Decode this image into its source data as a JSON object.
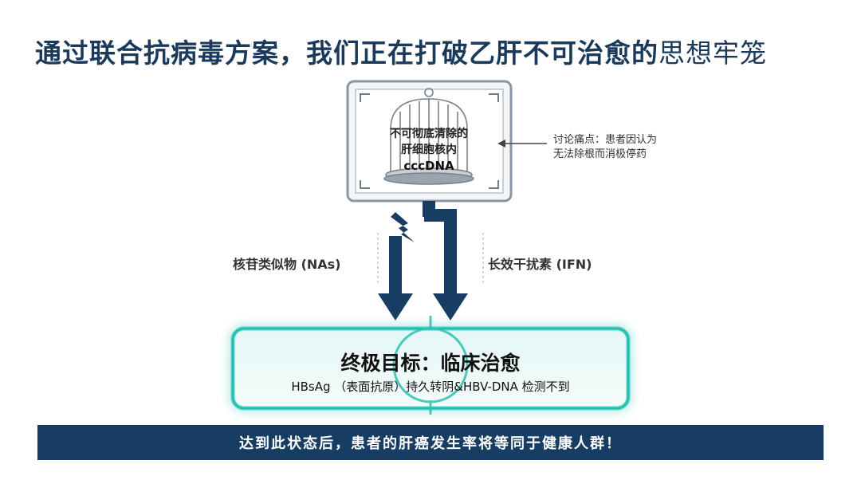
{
  "title": {
    "main": "通过联合抗病毒方案，我们正在打破乙肝不可治愈的",
    "tail": "思想牢笼"
  },
  "cage": {
    "line1": "不可彻底清除的",
    "line2": "肝细胞核内",
    "line3": "cccDNA"
  },
  "note": {
    "line1": "讨论痛点：患者因认为",
    "line2": "无法除根而消极停药"
  },
  "arrows": {
    "left_label": "核苷类似物 (NAs)",
    "right_label": "长效干扰素 (IFN)"
  },
  "goal": {
    "title": "终极目标：临床治愈",
    "subtitle": "HBsAg （表面抗原）持久转阴&HBV-DNA  检测不到"
  },
  "banner": {
    "text": "达到此状态后，患者的肝癌发生率将等同于健康人群！"
  },
  "colors": {
    "title": "#1b3a5b",
    "arrow": "#173d63",
    "glow": "#3fd0c4",
    "banner": "#173d63"
  }
}
